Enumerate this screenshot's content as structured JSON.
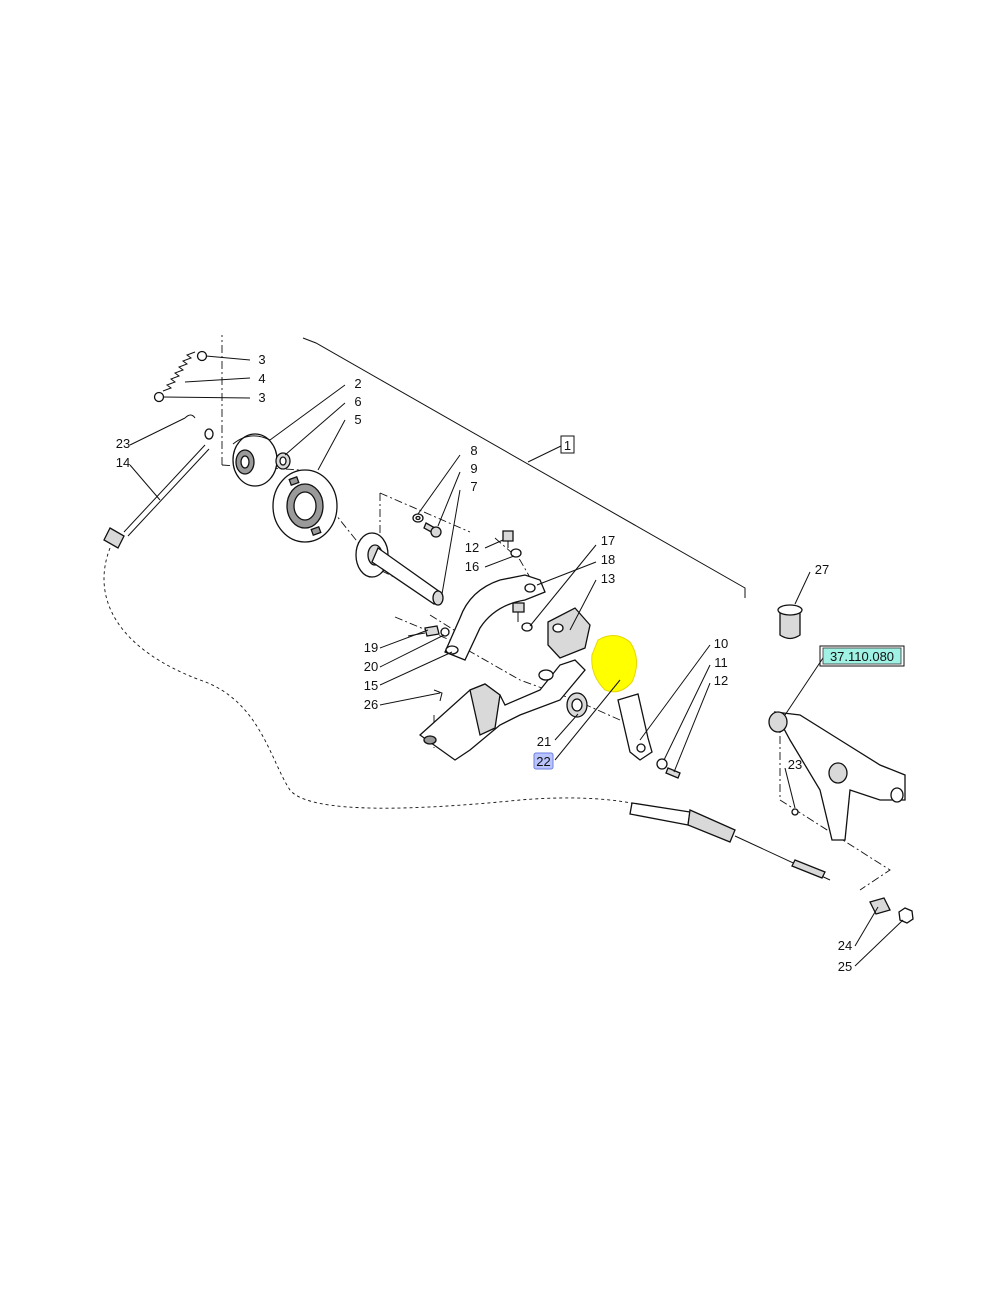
{
  "diagram": {
    "callouts": {
      "c1": "1",
      "c2": "2",
      "c3a": "3",
      "c3b": "3",
      "c4": "4",
      "c5": "5",
      "c6": "6",
      "c7": "7",
      "c8": "8",
      "c9": "9",
      "c10": "10",
      "c11": "11",
      "c12a": "12",
      "c12b": "12",
      "c13": "13",
      "c14": "14",
      "c15": "15",
      "c16": "16",
      "c17": "17",
      "c18": "18",
      "c19": "19",
      "c20": "20",
      "c21": "21",
      "c22": "22",
      "c23a": "23",
      "c23b": "23",
      "c24": "24",
      "c25": "25",
      "c26": "26",
      "c27": "27"
    },
    "reference_link": "37.110.080",
    "selected_callout": "22",
    "colors": {
      "highlight": "#ffff00",
      "selected_box": "#b9c4ff",
      "reference_box": "#9ff2e4"
    }
  }
}
